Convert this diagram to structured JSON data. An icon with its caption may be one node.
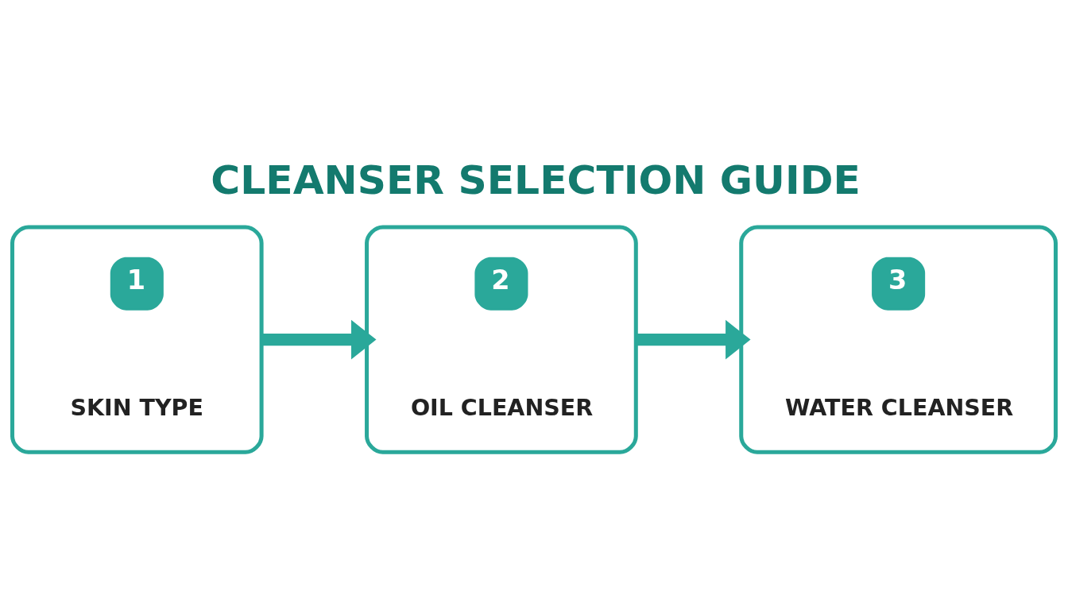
{
  "diagram": {
    "title": "CLEANSER SELECTION GUIDE",
    "nodes": [
      {
        "text": [
          "1",
          "SKIN TYPE"
        ]
      },
      {
        "text": [
          "2",
          "OIL CLEANSER"
        ]
      },
      {
        "text": [
          "3",
          "WATER CLEANSER"
        ]
      }
    ],
    "edges": [
      {
        "from": 0,
        "to": 1,
        "arrow": "to"
      },
      {
        "from": 1,
        "to": 2,
        "arrow": "to"
      }
    ]
  }
}
